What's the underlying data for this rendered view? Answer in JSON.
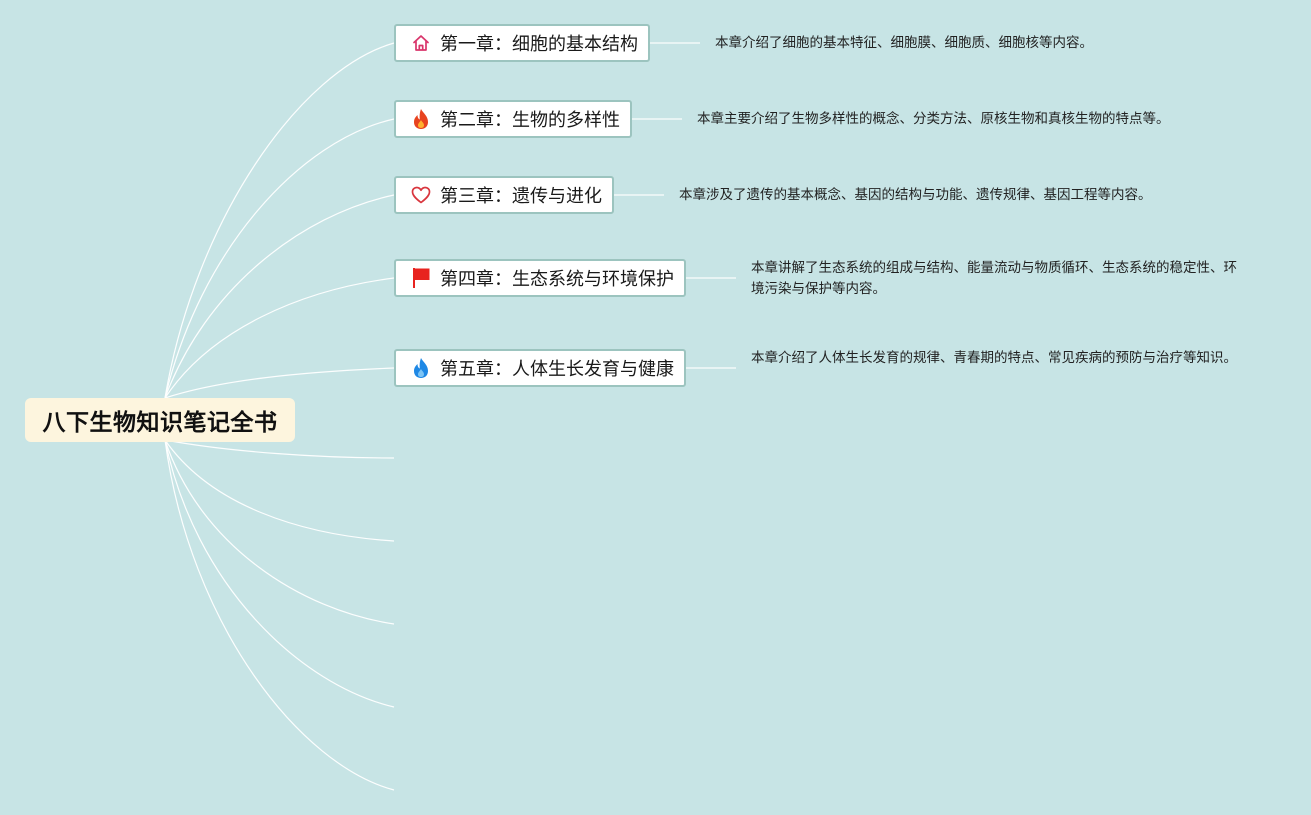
{
  "root": {
    "title": "八下生物知识笔记全书"
  },
  "chapters": [
    {
      "icon": "house-icon",
      "title": "第一章：细胞的基本结构",
      "note": "本章介绍了细胞的基本特征、细胞膜、细胞质、细胞核等内容。"
    },
    {
      "icon": "fire-icon",
      "title": "第二章：生物的多样性",
      "note": "本章主要介绍了生物多样性的概念、分类方法、原核生物和真核生物的特点等。"
    },
    {
      "icon": "heart-icon",
      "title": "第三章：遗传与进化",
      "note": "本章涉及了遗传的基本概念、基因的结构与功能、遗传规律、基因工程等内容。"
    },
    {
      "icon": "flag-icon",
      "title": "第四章：生态系统与环境保护",
      "note": "本章讲解了生态系统的组成与结构、能量流动与物质循环、生态系统的稳定性、环境污染与保护等内容。"
    },
    {
      "icon": "flame-blue-icon",
      "title": "第五章：人体生长发育与健康",
      "note": "本章介绍了人体生长发育的规律、青春期的特点、常见疾病的预防与治疗等知识。"
    }
  ],
  "colors": {
    "background": "#c7e4e5",
    "root_fill": "#fdf5de",
    "node_border": "#9cc4bf",
    "connector": "#ffffff",
    "house_icon": "#d9356b",
    "fire_icon": "#e8431f",
    "heart_icon": "#d9363e",
    "flag_icon": "#e8231f",
    "flame_blue_icon": "#1e88e5"
  }
}
